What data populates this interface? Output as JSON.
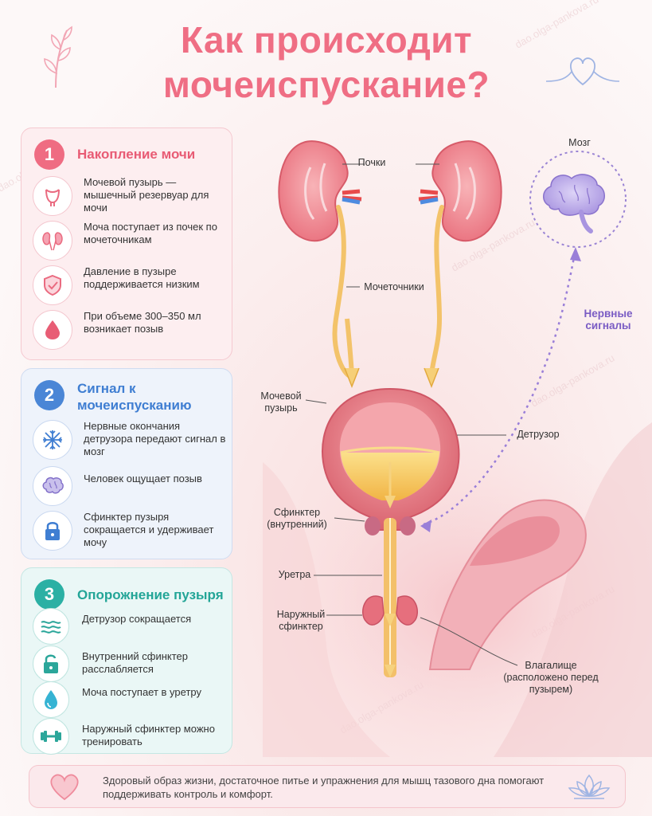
{
  "title": "Как происходит мочеиспускание?",
  "watermark": "dao.olga-pankova.ru",
  "colors": {
    "accent_pink": "#ef6c82",
    "accent_blue": "#4a86d6",
    "accent_teal": "#2bb0a4",
    "nerve_purple": "#7a5cc4",
    "urine": "#f6c65a"
  },
  "sections": [
    {
      "number": "1",
      "title": "Накопление мочи",
      "items": [
        {
          "icon": "bladder-icon",
          "text": "Мочевой пузырь — мышечный резервуар для мочи"
        },
        {
          "icon": "kidneys-icon",
          "text": "Моча поступает из почек по мочеточникам"
        },
        {
          "icon": "shield-check-icon",
          "text": "Давление в пузыре поддерживается низким"
        },
        {
          "icon": "drop-icon",
          "text": "При объеме 300–350 мл возникает позыв"
        }
      ]
    },
    {
      "number": "2",
      "title": "Сигнал к мочеиспусканию",
      "items": [
        {
          "icon": "nerve-icon",
          "text": "Нервные окончания детрузора передают сигнал в мозг"
        },
        {
          "icon": "brain-icon",
          "text": "Человек ощущает позыв"
        },
        {
          "icon": "lock-icon",
          "text": "Сфинктер пузыря сокращается и удерживает мочу"
        }
      ]
    },
    {
      "number": "3",
      "title": "Опорожнение пузыря",
      "items": [
        {
          "icon": "waves-icon",
          "text": "Детрузор сокращается"
        },
        {
          "icon": "unlock-icon",
          "text": "Внутренний сфинктер расслабляется"
        },
        {
          "icon": "water-drop-icon",
          "text": "Моча поступает в уретру"
        },
        {
          "icon": "dumbbell-icon",
          "text": "Наружный сфинктер можно тренировать"
        }
      ]
    }
  ],
  "diagram_labels": {
    "kidneys": "Почки",
    "brain": "Мозг",
    "ureters": "Мочеточники",
    "nerve_signals": "Нервные сигналы",
    "bladder": "Мочевой пузырь",
    "detrusor": "Детрузор",
    "internal_sphincter": "Сфинктер (внутренний)",
    "urethra": "Уретра",
    "external_sphincter": "Наружный сфинктер",
    "vagina": "Влагалище (расположено перед пузырем)"
  },
  "footer": {
    "text": "Здоровый образ жизни, достаточное питье и упражнения для мышц тазового дна помогают поддерживать контроль и комфорт.",
    "left_icon": "heart-icon",
    "right_icon": "lotus-icon"
  }
}
